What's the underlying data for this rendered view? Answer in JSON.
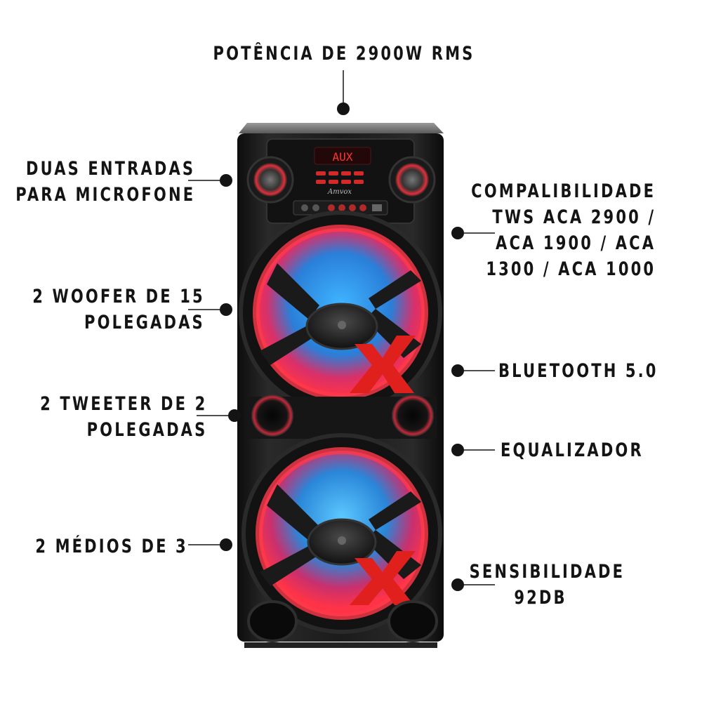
{
  "product": {
    "display_text": "AUX",
    "brand": "Amvox"
  },
  "features": {
    "power": "POTÊNCIA DE 2900W RMS",
    "mic_inputs": [
      "DUAS ENTRADAS",
      "PARA MICROFONE"
    ],
    "woofer": [
      "2 WOOFER DE 15",
      "POLEGADAS"
    ],
    "tweeter": [
      "2 TWEETER DE 2",
      "POLEGADAS"
    ],
    "mids": "2 MÉDIOS DE 3",
    "tws": [
      "COMPALIBILIDADE",
      "TWS ACA 2900 /",
      "ACA 1900 / ACA",
      "1300 / ACA 1000"
    ],
    "bluetooth": "BLUETOOTH 5.0",
    "equalizer": "EQUALIZADOR",
    "sensitivity": [
      "SENSIBILIDADE",
      "92DB"
    ]
  },
  "colors": {
    "text": "#141414",
    "accent_red": "#e0201c",
    "led_blue": "#2a8fe0",
    "led_red": "#e8304a",
    "cabinet": "#1a1a1a"
  }
}
